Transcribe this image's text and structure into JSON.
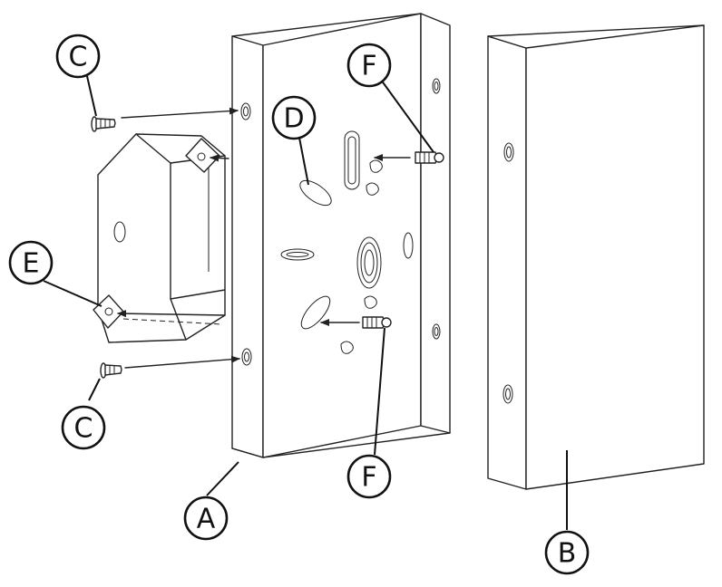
{
  "callouts": {
    "a": "A",
    "b": "B",
    "c_top": "C",
    "c_bottom": "C",
    "d": "D",
    "e": "E",
    "f_top": "F",
    "f_bottom": "F"
  },
  "colors": {
    "line": "#222222",
    "background": "#ffffff"
  }
}
